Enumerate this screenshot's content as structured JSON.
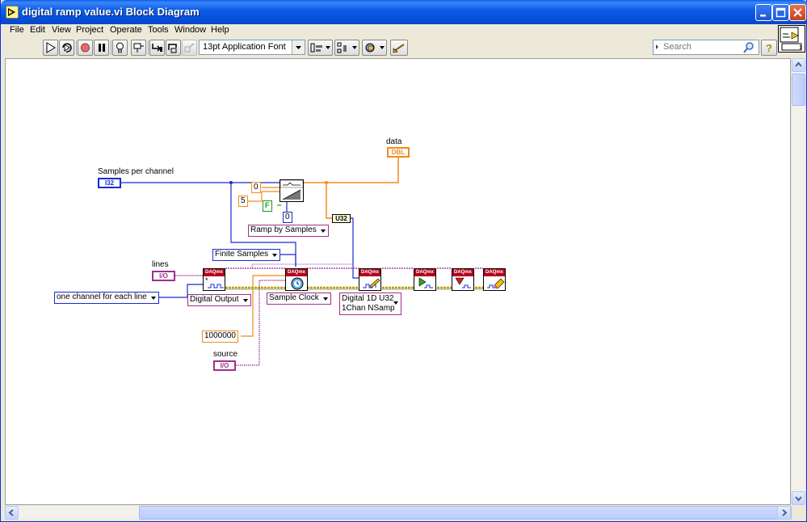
{
  "window": {
    "title": "digital ramp value.vi Block Diagram"
  },
  "menu": [
    "File",
    "Edit",
    "View",
    "Project",
    "Operate",
    "Tools",
    "Window",
    "Help"
  ],
  "toolbar": {
    "font": "13pt Application Font",
    "search_placeholder": "Search"
  },
  "diagram": {
    "samples_label": "Samples per channel",
    "samples_type": "I32",
    "data_label": "data",
    "data_type": "DBL",
    "const_0_a": "0",
    "const_5": "5",
    "const_false": "F",
    "const_0_b": "0",
    "u32_label": "U32",
    "ramp_enum": "Ramp by Samples",
    "finite_enum": "Finite Samples",
    "lines_label": "lines",
    "io_type": "I/O",
    "channel_enum": "one channel for each line",
    "digital_output_enum": "Digital Output",
    "sample_clock_enum": "Sample Clock",
    "write_poly_line1": "Digital 1D U32",
    "write_poly_line2": "1Chan NSamp",
    "rate_const": "1000000",
    "source_label": "source",
    "daq_header": "DAQmx"
  }
}
